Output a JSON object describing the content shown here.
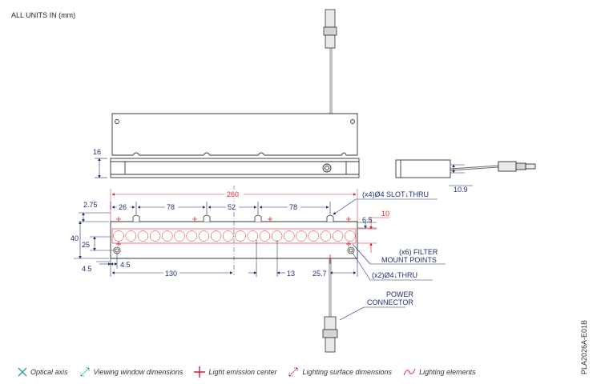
{
  "header": {
    "units_note": "ALL UNITS IN (mm)"
  },
  "part_number": "PLA2026A-E01B",
  "dimensions": {
    "height_top": "16",
    "side_height": "10.9",
    "length": "260",
    "d26": "26",
    "d78a": "78",
    "d52": "52",
    "d78b": "78",
    "d275": "2.75",
    "d40": "40",
    "d25": "25",
    "d45a": "4.5",
    "d45b": "4.5",
    "d130": "130",
    "d13": "13",
    "d257": "25.7",
    "d65": "6.5",
    "d10": "10"
  },
  "callouts": {
    "slot": "(x4)Ø4 SLOT↓THRU",
    "filter_1": "(x6) FILTER",
    "filter_2": "MOUNT POINTS",
    "thru": "(x2)Ø4↓THRU",
    "power_1": "POWER",
    "power_2": "CONNECTOR"
  },
  "legend": [
    {
      "icon": "x-cross-icon",
      "label": "Optical axis",
      "color": "#2a9d9d"
    },
    {
      "icon": "diagonal-arrow-icon",
      "label": "Viewing window dimensions",
      "color": "#2a9d9d"
    },
    {
      "icon": "plus-icon",
      "label": "Light emission center",
      "color": "#d61f26"
    },
    {
      "icon": "diagonal-arrow-icon",
      "label": "Lighting surface dimensions",
      "color": "#d61f26"
    },
    {
      "icon": "wave-icon",
      "label": "Lighting elements",
      "color": "#d61f26"
    }
  ]
}
